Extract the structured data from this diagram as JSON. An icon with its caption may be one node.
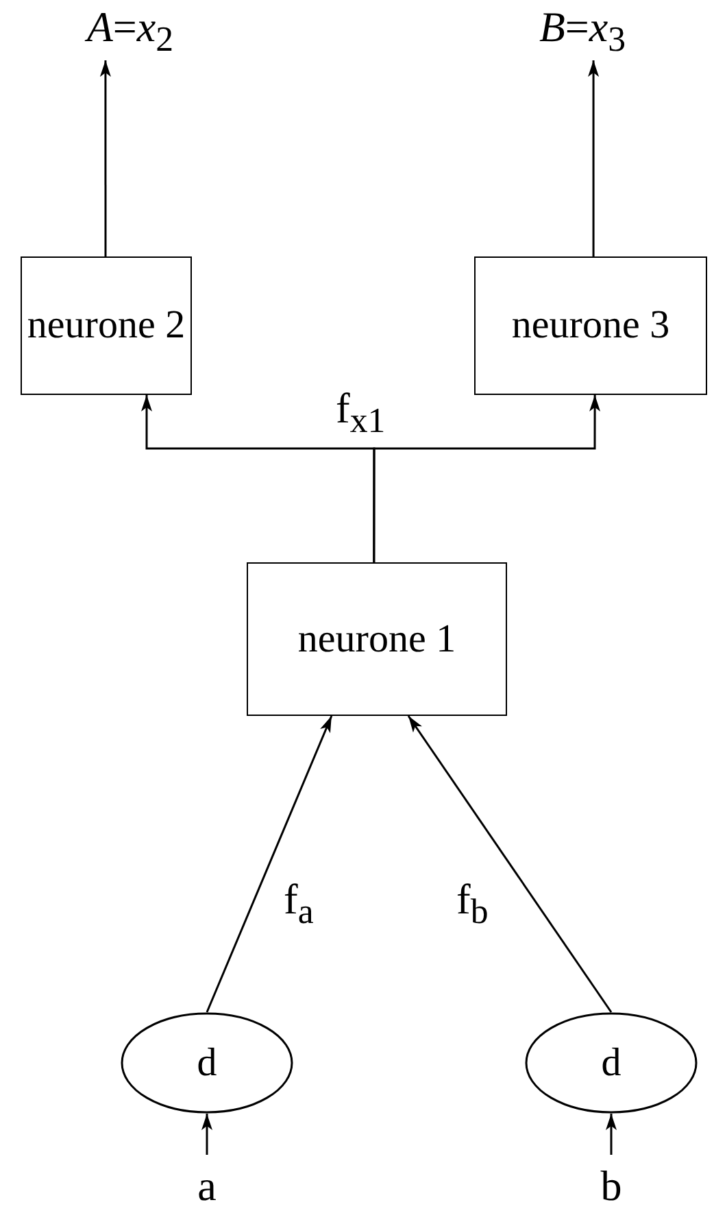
{
  "diagram": {
    "nodes": [
      {
        "text": [
          "*A*=*x*$_{2}$"
        ]
      },
      {
        "text": [
          "*B*=*x*$_{3}$"
        ]
      },
      {
        "text": [
          "neurone 2"
        ]
      },
      {
        "text": [
          "neurone 3"
        ]
      },
      {
        "text": [
          "neurone 1"
        ]
      },
      {
        "text": [
          "d"
        ]
      },
      {
        "text": [
          "d"
        ]
      },
      {
        "text": [
          "a"
        ]
      },
      {
        "text": [
          "b"
        ]
      }
    ],
    "edges": [
      {
        "from": 2,
        "to": 0,
        "arrow": "to"
      },
      {
        "from": 3,
        "to": 1,
        "arrow": "to"
      },
      {
        "from": 4,
        "to": 2,
        "arrow": "to",
        "label": "f$_{x1}$"
      },
      {
        "from": 4,
        "to": 3,
        "arrow": "to"
      },
      {
        "from": 5,
        "to": 4,
        "arrow": "to",
        "label": "f$_{a}$"
      },
      {
        "from": 6,
        "to": 4,
        "arrow": "to",
        "label": "f$_{b}$"
      },
      {
        "from": 7,
        "to": 5,
        "arrow": "to"
      },
      {
        "from": 8,
        "to": 6,
        "arrow": "to"
      }
    ]
  }
}
